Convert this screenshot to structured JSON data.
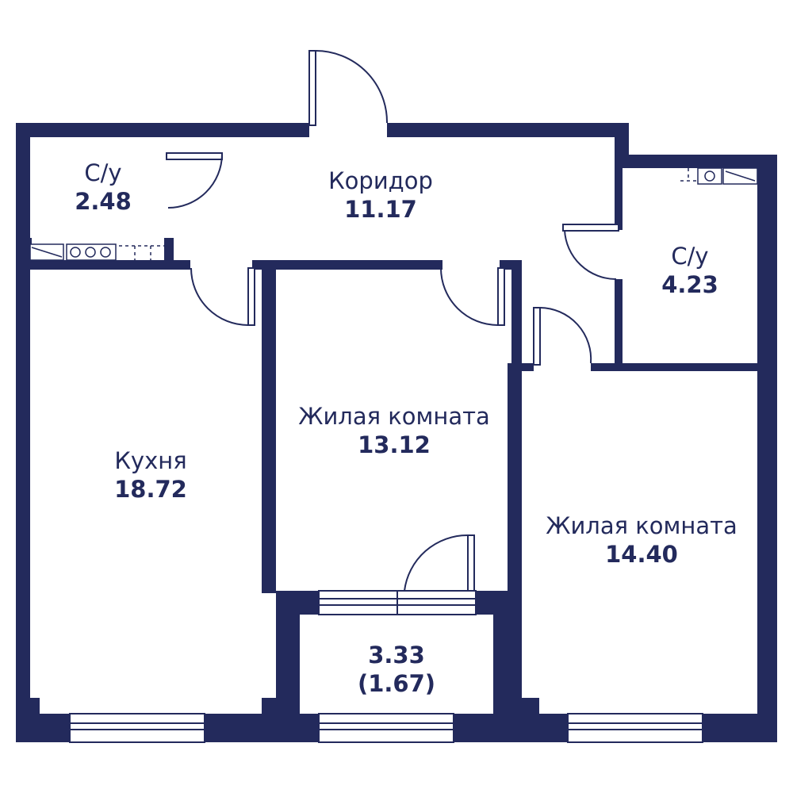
{
  "colors": {
    "wall": "#232a5c",
    "fixture": "#232a5c",
    "background": "#ffffff"
  },
  "rooms": {
    "wc1": {
      "name": "С/у",
      "area": "2.48"
    },
    "corridor": {
      "name": "Коридор",
      "area": "11.17"
    },
    "wc2": {
      "name": "С/у",
      "area": "4.23"
    },
    "kitchen": {
      "name": "Кухня",
      "area": "18.72"
    },
    "living1": {
      "name": "Жилая комната",
      "area": "13.12"
    },
    "living2": {
      "name": "Жилая комната",
      "area": "14.40"
    },
    "balcony": {
      "area": "3.33",
      "area_reduced": "(1.67)"
    }
  }
}
